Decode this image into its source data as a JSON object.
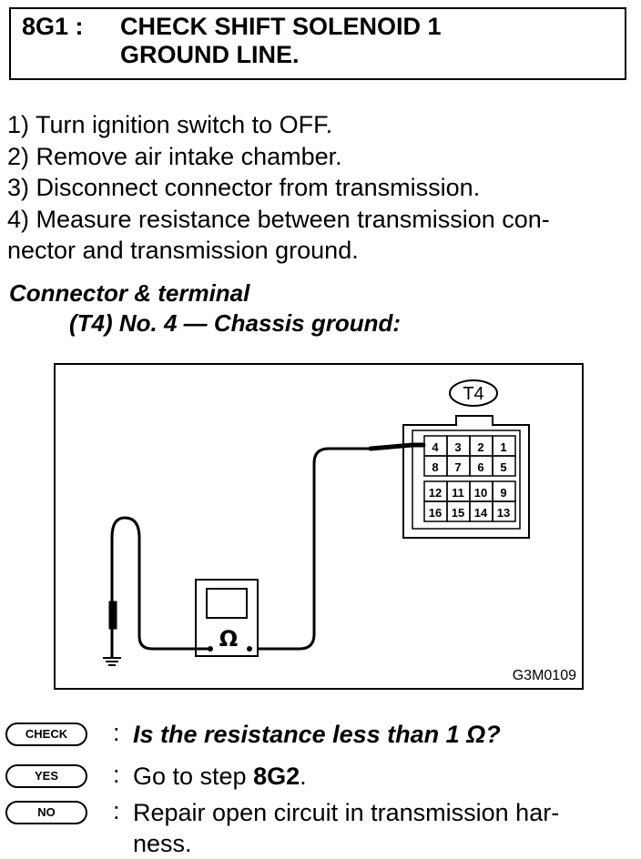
{
  "header": {
    "step_code": "8G1 :",
    "title_line1": "CHECK SHIFT SOLENOID 1",
    "title_line2": "GROUND LINE."
  },
  "steps": [
    "1)  Turn ignition switch to OFF.",
    "2)  Remove air intake chamber.",
    "3)  Disconnect connector from transmission.",
    "4)  Measure resistance between transmission con-",
    "nector and transmission ground."
  ],
  "subheading": {
    "line1": "Connector & terminal",
    "line2": "(T4) No. 4 — Chassis ground:"
  },
  "figure": {
    "connector_label": "T4",
    "ohm_symbol": "Ω",
    "code": "G3M0109",
    "terminals": [
      [
        "4",
        "3",
        "2",
        "1"
      ],
      [
        "8",
        "7",
        "6",
        "5"
      ],
      [
        "12",
        "11",
        "10",
        "9"
      ],
      [
        "16",
        "15",
        "14",
        "13"
      ]
    ]
  },
  "qa": {
    "check_badge": "CHECK",
    "check_text": "Is the resistance less than 1 Ω?",
    "yes_badge": "YES",
    "yes_prefix": "Go to step ",
    "yes_step": "8G2",
    "yes_suffix": ".",
    "no_badge": "NO",
    "no_text": "Repair open circuit in transmission har-",
    "no_text2": "ness."
  }
}
